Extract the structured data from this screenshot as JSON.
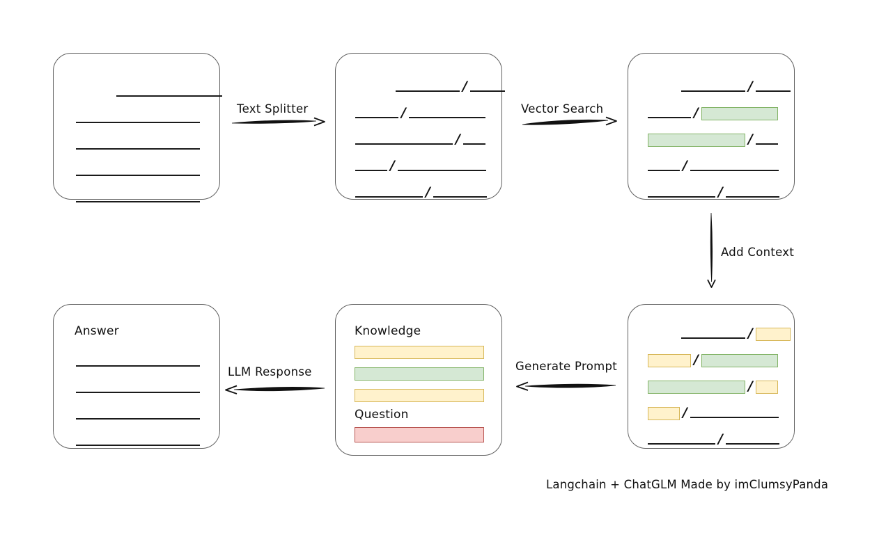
{
  "caption": "Langchain + ChatGLM Made by imClumsyPanda",
  "colors": {
    "green_fill": "#d5e8d4",
    "green_stroke": "#82b366",
    "yellow_fill": "#fff2cc",
    "yellow_stroke": "#d6b656",
    "red_fill": "#f8cecc",
    "red_stroke": "#b85450",
    "box_stroke": "#5f5f5f",
    "line_stroke": "#1a1a1a",
    "background": "#ffffff"
  },
  "arrows": [
    {
      "id": "text-splitter",
      "label": "Text Splitter",
      "direction": "right"
    },
    {
      "id": "vector-search",
      "label": "Vector Search",
      "direction": "right"
    },
    {
      "id": "add-context",
      "label": "Add Context",
      "direction": "down"
    },
    {
      "id": "generate-prompt",
      "label": "Generate Prompt",
      "direction": "left"
    },
    {
      "id": "llm-response",
      "label": "LLM Response",
      "direction": "left"
    }
  ],
  "boxes": {
    "source_document": {
      "title": "",
      "rows": [
        {
          "indent": 58,
          "segments": [
            {
              "type": "line",
              "width": 152
            }
          ]
        },
        {
          "indent": 0,
          "segments": [
            {
              "type": "line",
              "width": 178
            }
          ]
        },
        {
          "indent": 0,
          "segments": [
            {
              "type": "line",
              "width": 178
            }
          ]
        },
        {
          "indent": 0,
          "segments": [
            {
              "type": "line",
              "width": 178
            }
          ]
        },
        {
          "indent": 0,
          "segments": [
            {
              "type": "line",
              "width": 178
            }
          ]
        }
      ]
    },
    "split_chunks": {
      "title": "",
      "rows": [
        {
          "indent": 58,
          "segments": [
            {
              "type": "line",
              "width": 92
            },
            {
              "type": "slash"
            },
            {
              "type": "line",
              "width": 50
            }
          ]
        },
        {
          "indent": 0,
          "segments": [
            {
              "type": "line",
              "width": 62
            },
            {
              "type": "slash"
            },
            {
              "type": "line",
              "width": 110
            }
          ]
        },
        {
          "indent": 0,
          "segments": [
            {
              "type": "line",
              "width": 140
            },
            {
              "type": "slash"
            },
            {
              "type": "line",
              "width": 32
            }
          ]
        },
        {
          "indent": 0,
          "segments": [
            {
              "type": "line",
              "width": 46
            },
            {
              "type": "slash"
            },
            {
              "type": "line",
              "width": 127
            }
          ]
        },
        {
          "indent": 0,
          "segments": [
            {
              "type": "line",
              "width": 97
            },
            {
              "type": "slash"
            },
            {
              "type": "line",
              "width": 77
            }
          ]
        }
      ]
    },
    "matched_chunks": {
      "title": "",
      "rows": [
        {
          "indent": 48,
          "segments": [
            {
              "type": "line",
              "width": 92
            },
            {
              "type": "slash"
            },
            {
              "type": "line",
              "width": 50
            }
          ]
        },
        {
          "indent": 0,
          "segments": [
            {
              "type": "line",
              "width": 62
            },
            {
              "type": "slash"
            },
            {
              "type": "green",
              "width": 110
            }
          ]
        },
        {
          "indent": 0,
          "segments": [
            {
              "type": "green",
              "width": 140
            },
            {
              "type": "slash"
            },
            {
              "type": "line",
              "width": 32
            }
          ]
        },
        {
          "indent": 0,
          "segments": [
            {
              "type": "line",
              "width": 46
            },
            {
              "type": "slash"
            },
            {
              "type": "line",
              "width": 127
            }
          ]
        },
        {
          "indent": 0,
          "segments": [
            {
              "type": "line",
              "width": 97
            },
            {
              "type": "slash"
            },
            {
              "type": "line",
              "width": 77
            }
          ]
        }
      ]
    },
    "context_chunks": {
      "title": "",
      "rows": [
        {
          "indent": 48,
          "segments": [
            {
              "type": "line",
              "width": 92
            },
            {
              "type": "slash"
            },
            {
              "type": "yellow",
              "width": 50
            }
          ]
        },
        {
          "indent": 0,
          "segments": [
            {
              "type": "yellow",
              "width": 62
            },
            {
              "type": "slash"
            },
            {
              "type": "green",
              "width": 110
            }
          ]
        },
        {
          "indent": 0,
          "segments": [
            {
              "type": "green",
              "width": 140
            },
            {
              "type": "slash"
            },
            {
              "type": "yellow",
              "width": 32
            }
          ]
        },
        {
          "indent": 0,
          "segments": [
            {
              "type": "yellow",
              "width": 46
            },
            {
              "type": "slash"
            },
            {
              "type": "line",
              "width": 127
            }
          ]
        },
        {
          "indent": 0,
          "segments": [
            {
              "type": "line",
              "width": 97
            },
            {
              "type": "slash"
            },
            {
              "type": "line",
              "width": 77
            }
          ]
        }
      ]
    },
    "prompt": {
      "title_knowledge": "Knowledge",
      "title_question": "Question",
      "knowledge_bars": [
        {
          "type": "yellow",
          "width": 186
        },
        {
          "type": "green",
          "width": 186
        },
        {
          "type": "yellow",
          "width": 186
        }
      ],
      "question_bars": [
        {
          "type": "red",
          "width": 186
        }
      ]
    },
    "answer": {
      "title": "Answer",
      "rows": [
        {
          "indent": 0,
          "segments": [
            {
              "type": "line",
              "width": 178
            }
          ]
        },
        {
          "indent": 0,
          "segments": [
            {
              "type": "line",
              "width": 178
            }
          ]
        },
        {
          "indent": 0,
          "segments": [
            {
              "type": "line",
              "width": 178
            }
          ]
        },
        {
          "indent": 0,
          "segments": [
            {
              "type": "line",
              "width": 178
            }
          ]
        }
      ]
    }
  }
}
